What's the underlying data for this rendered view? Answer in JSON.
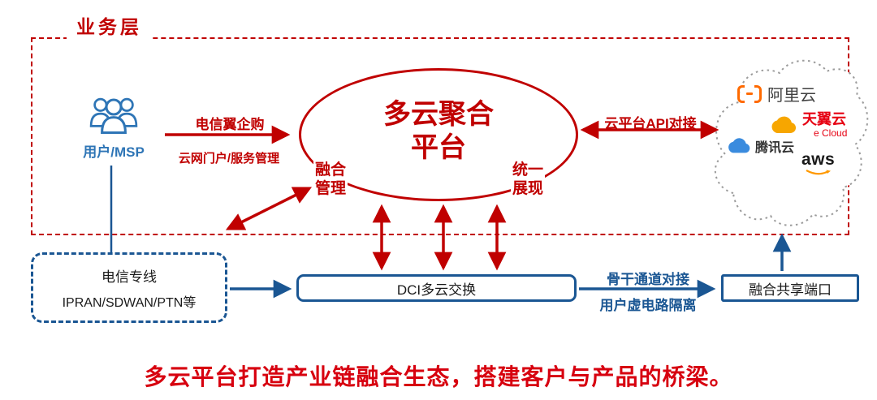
{
  "colors": {
    "red": "#C00000",
    "blue": "#1A5693",
    "user_blue": "#2E75B6",
    "footer_red": "#D7000F",
    "cloud_gray": "#9B9B9B",
    "aliyun_orange": "#FF6A00",
    "ctyun_red": "#E60012",
    "ctyun_orange": "#F7A600",
    "tencent_blue": "#3A8BDE",
    "aws_orange": "#FF9900"
  },
  "business_layer": {
    "title": "业务层"
  },
  "user": {
    "label": "用户/MSP"
  },
  "left_flow": {
    "label_top": "电信翼企购",
    "label_bottom": "云网门户/服务管理"
  },
  "platform": {
    "title_line1": "多云聚合",
    "title_line2": "平台",
    "left_note_line1": "融合",
    "left_note_line2": "管理",
    "right_note_line1": "统一",
    "right_note_line2": "展现"
  },
  "api_flow": {
    "label": "云平台API对接"
  },
  "cloud_vendors": {
    "aliyun": {
      "name": "阿里云"
    },
    "ctyun": {
      "name": "天翼云",
      "sub": "e Cloud"
    },
    "tencent": {
      "name": "腾讯云"
    },
    "aws": {
      "name": "aws"
    }
  },
  "telecom_box": {
    "line1": "电信专线",
    "line2": "IPRAN/SDWAN/PTN等"
  },
  "dci_box": {
    "label": "DCI多云交换"
  },
  "right_flow": {
    "label_top": "骨干通道对接",
    "label_bottom": "用户虚电路隔离"
  },
  "port_box": {
    "label": "融合共享端口"
  },
  "footer": {
    "text": "多云平台打造产业链融合生态，搭建客户与产品的桥梁。"
  }
}
